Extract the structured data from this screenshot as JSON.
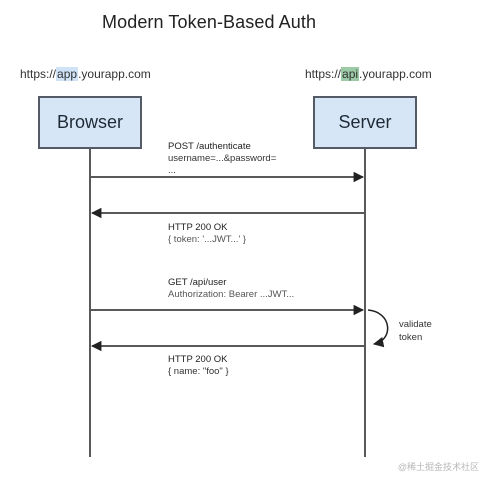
{
  "title": "Modern Token-Based Auth",
  "browser": {
    "url_prefix": "https://",
    "url_highlight": "app",
    "url_suffix": ".yourapp.com",
    "label": "Browser"
  },
  "server": {
    "url_prefix": "https://",
    "url_highlight": "api",
    "url_suffix": ".yourapp.com",
    "label": "Server"
  },
  "colors": {
    "browser_highlight": "#cfe2f6",
    "server_highlight": "#9cc9a6",
    "actor_fill": "#d7e6f6",
    "line": "#222222"
  },
  "messages": [
    {
      "direction": "browser-to-server",
      "line1": "POST /authenticate",
      "line2": "username=...&password=",
      "line3": "..."
    },
    {
      "direction": "server-to-browser",
      "line1": "HTTP 200 OK",
      "line2": "{ token: '...JWT...' }"
    },
    {
      "direction": "browser-to-server",
      "line1": "GET /api/user",
      "line2": "Authorization: Bearer ...JWT..."
    },
    {
      "direction": "server-to-browser",
      "line1": "HTTP 200 OK",
      "line2": "{ name: \"foo\" }"
    }
  ],
  "self_note": {
    "line1": "validate",
    "line2": "token"
  },
  "watermark": "@稀土掘金技术社区"
}
